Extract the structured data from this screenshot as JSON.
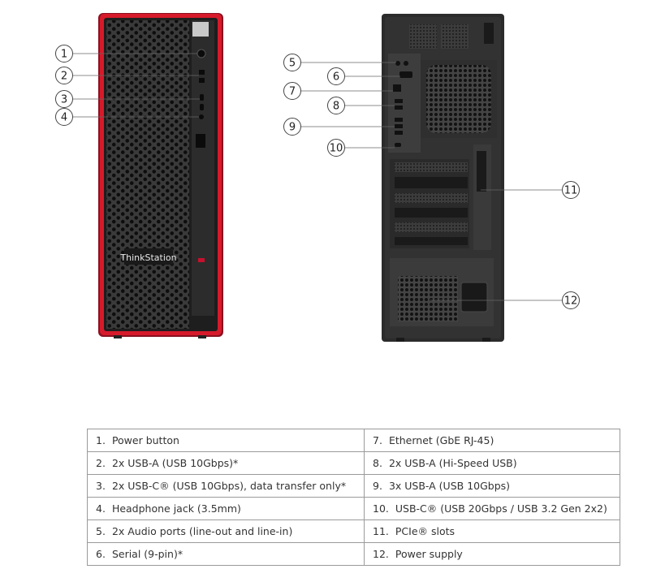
{
  "front": {
    "brand_label": "ThinkStation"
  },
  "callouts": [
    "1",
    "2",
    "3",
    "4",
    "5",
    "6",
    "7",
    "8",
    "9",
    "10",
    "11",
    "12"
  ],
  "legend": {
    "rows": [
      [
        {
          "num": "1.",
          "label": "Power button"
        },
        {
          "num": "7.",
          "label": "Ethernet (GbE RJ-45)"
        }
      ],
      [
        {
          "num": "2.",
          "label": "2x USB-A (USB 10Gbps)*"
        },
        {
          "num": "8.",
          "label": "2x USB-A (Hi-Speed USB)"
        }
      ],
      [
        {
          "num": "3.",
          "label": "2x USB-C® (USB 10Gbps), data transfer only*"
        },
        {
          "num": "9.",
          "label": "3x USB-A (USB 10Gbps)"
        }
      ],
      [
        {
          "num": "4.",
          "label": "Headphone jack (3.5mm)"
        },
        {
          "num": "10.",
          "label": "USB-C® (USB 20Gbps / USB 3.2 Gen 2x2)"
        }
      ],
      [
        {
          "num": "5.",
          "label": "2x Audio ports (line-out and line-in)"
        },
        {
          "num": "11.",
          "label": "PCIe® slots"
        }
      ],
      [
        {
          "num": "6.",
          "label": "Serial (9-pin)*"
        },
        {
          "num": "12.",
          "label": "Power supply"
        }
      ]
    ]
  },
  "colors": {
    "accent_red": "#c8102e",
    "chassis_dark": "#2b2b2b",
    "mesh": "#111111"
  }
}
